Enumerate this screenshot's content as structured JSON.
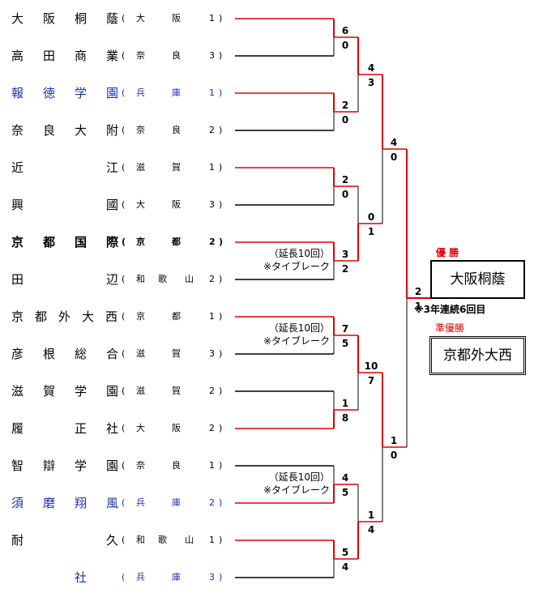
{
  "teams": [
    {
      "name": "大阪桐蔭",
      "pref": "大阪",
      "n": "1",
      "color": "#000",
      "bold": false
    },
    {
      "name": "高田商業",
      "pref": "奈良",
      "n": "3",
      "color": "#000",
      "bold": false
    },
    {
      "name": "報徳学園",
      "pref": "兵庫",
      "n": "1",
      "color": "#1a2fb0",
      "bold": false
    },
    {
      "name": "奈良大附",
      "pref": "奈良",
      "n": "2",
      "color": "#000",
      "bold": false
    },
    {
      "name": "近江",
      "pref": "滋賀",
      "n": "1",
      "color": "#000",
      "bold": false
    },
    {
      "name": "興國",
      "pref": "大阪",
      "n": "3",
      "color": "#000",
      "bold": false
    },
    {
      "name": "京都国際",
      "pref": "京都",
      "n": "2",
      "color": "#000",
      "bold": true
    },
    {
      "name": "田辺",
      "pref": "和歌山",
      "n": "2",
      "color": "#000",
      "bold": false
    },
    {
      "name": "京都外大西",
      "pref": "京都",
      "n": "1",
      "color": "#000",
      "bold": false
    },
    {
      "name": "彦根総合",
      "pref": "滋賀",
      "n": "3",
      "color": "#000",
      "bold": false
    },
    {
      "name": "滋賀学園",
      "pref": "滋賀",
      "n": "2",
      "color": "#000",
      "bold": false
    },
    {
      "name": "履正社",
      "pref": "大阪",
      "n": "2",
      "color": "#000",
      "bold": false
    },
    {
      "name": "智辯学園",
      "pref": "奈良",
      "n": "1",
      "color": "#000",
      "bold": false
    },
    {
      "name": "須磨翔風",
      "pref": "兵庫",
      "n": "2",
      "color": "#1a2fb0",
      "bold": false
    },
    {
      "name": "耐久",
      "pref": "和歌山",
      "n": "1",
      "color": "#000",
      "bold": false
    },
    {
      "name": "社",
      "pref": "兵庫",
      "n": "3",
      "color": "#1a2fb0",
      "bold": false
    }
  ],
  "team_name_display": [
    [
      "大",
      "阪",
      "桐",
      "蔭"
    ],
    [
      "高",
      "田",
      "商",
      "業"
    ],
    [
      "報",
      "徳",
      "学",
      "園"
    ],
    [
      "奈",
      "良",
      "大",
      "附"
    ],
    [
      "近",
      "",
      "",
      "江"
    ],
    [
      "興",
      "",
      "",
      "國"
    ],
    [
      "京",
      "都",
      "国",
      "際"
    ],
    [
      "田",
      "",
      "",
      "辺"
    ],
    [
      "京",
      "都",
      "外",
      "大",
      "西"
    ],
    [
      "彦",
      "根",
      "総",
      "合"
    ],
    [
      "滋",
      "賀",
      "学",
      "園"
    ],
    [
      "履",
      "",
      "正",
      "社"
    ],
    [
      "智",
      "辯",
      "学",
      "園"
    ],
    [
      "須",
      "磨",
      "翔",
      "風"
    ],
    [
      "耐",
      "",
      "",
      "久"
    ],
    [
      "",
      "",
      "社",
      ""
    ]
  ],
  "round1_scores": [
    [
      "6",
      "0"
    ],
    [
      "2",
      "0"
    ],
    [
      "2",
      "0"
    ],
    [
      "3",
      "2"
    ],
    [
      "7",
      "5"
    ],
    [
      "1",
      "8"
    ],
    [
      "4",
      "5"
    ],
    [
      "5",
      "4"
    ]
  ],
  "round2_scores": [
    [
      "4",
      "3"
    ],
    [
      "0",
      "1"
    ],
    [
      "10",
      "7"
    ],
    [
      "1",
      "4"
    ]
  ],
  "round3_scores": [
    [
      "4",
      "0"
    ],
    [
      "1",
      "0"
    ]
  ],
  "final_scores": [
    "2",
    "1"
  ],
  "extra_innings_note": [
    "（延長10回）",
    "※タイブレーク"
  ],
  "champion_label": "優 勝",
  "champion": "大阪桐蔭",
  "champion_note": "※3年連続6回目",
  "runner_up_label": "準優勝",
  "runner_up": "京都外大西",
  "colors": {
    "win": "#e00000",
    "lose": "#000000",
    "blue_team": "#1a2fb0"
  }
}
